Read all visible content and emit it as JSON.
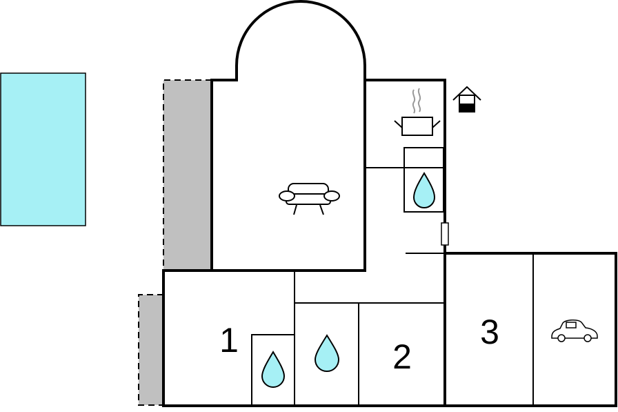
{
  "rooms": [
    {
      "id": "bedroom-1",
      "label": "1"
    },
    {
      "id": "bedroom-2",
      "label": "2"
    },
    {
      "id": "bedroom-3",
      "label": "3"
    }
  ],
  "icons": {
    "living": "sofa-icon",
    "kitchen": "cooking-pot-icon",
    "house": "house-icon",
    "bathroom": "water-drop-icon",
    "garage": "car-icon"
  },
  "colors": {
    "pool": "#a6f0f5",
    "terrace": "#c0c0c0",
    "drop": "#a6f0f5",
    "wall": "#000000"
  }
}
